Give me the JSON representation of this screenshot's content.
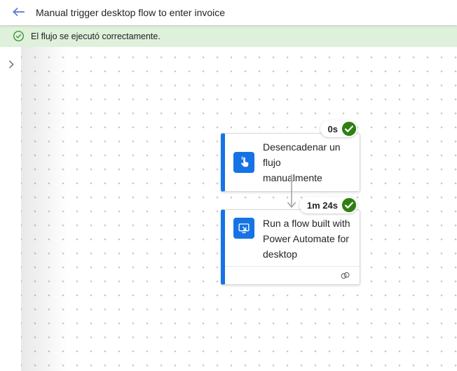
{
  "header": {
    "title": "Manual trigger desktop flow to enter invoice",
    "back_icon": "arrow-left-icon"
  },
  "banner": {
    "message": "El flujo se ejecutó correctamente.",
    "icon": "check-circle-icon",
    "background": "#dff0db",
    "icon_color": "#218721"
  },
  "sidebar": {
    "expand_icon": "chevron-right-icon"
  },
  "canvas": {
    "nodes": [
      {
        "title": "Desencadenar un flujo manualmente",
        "icon": "manual-trigger-icon",
        "duration": "0s",
        "status": "succeeded"
      },
      {
        "title": "Run a flow built with Power Automate for desktop",
        "icon": "desktop-flow-icon",
        "duration": "1m 24s",
        "status": "succeeded",
        "footer_icon": "connections-link-icon"
      }
    ]
  },
  "colors": {
    "accent_blue": "#1673e6",
    "success_green": "#2e8012",
    "banner_green": "#dff0db",
    "back_arrow_blue": "#5c73d6",
    "connector_gray": "#a6a6a6"
  }
}
